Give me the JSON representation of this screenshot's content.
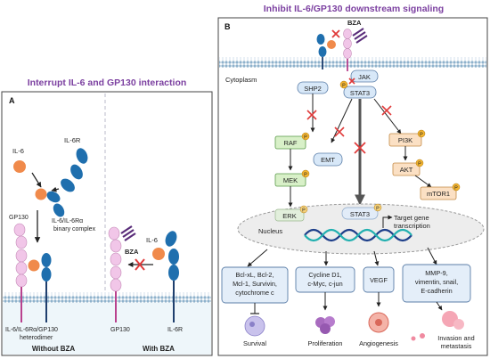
{
  "left": {
    "title": "Interrupt IL-6 and GP130 interaction",
    "panel_label": "A",
    "il6": "IL-6",
    "il6r": "IL-6R",
    "binary": "IL-6/IL-6Rα",
    "binary2": "binary complex",
    "gp130": "GP130",
    "hetero1": "IL-6/IL-6Rα/GP130",
    "hetero2": "heterodimer",
    "without": "Without BZA",
    "il6_right": "IL-6",
    "bza": "BZA",
    "gp130_right": "GP130",
    "il6r_right": "IL-6R",
    "with": "With BZA"
  },
  "right": {
    "title": "Inhibit IL-6/GP130 downstream signaling",
    "panel_label": "B",
    "bza": "BZA",
    "cytoplasm": "Cytoplasm",
    "nucleus": "Nucleus",
    "nodes": {
      "jak": "JAK",
      "shp2": "SHP2",
      "stat3": "STAT3",
      "p_badge": "P",
      "raf": "RAF",
      "mek": "MEK",
      "erk": "ERK",
      "emt": "EMT",
      "stat3_nuc": "STAT3",
      "pi3k": "PI3K",
      "akt": "AKT",
      "mtor": "mTOR1"
    },
    "target1": "Target gene",
    "target2": "transcription",
    "boxes": {
      "b1": [
        "Bcl-xL, Bcl-2,",
        "Mcl-1, Survivin,",
        "cytochrome c"
      ],
      "b2": [
        "Cycline D1,",
        "c-Myc, c-jun"
      ],
      "b3": [
        "VEGF"
      ],
      "b4": [
        "MMP-9,",
        "vimentin, snail,",
        "E-cadherin"
      ]
    },
    "outcomes": {
      "survival": "Survival",
      "proliferation": "Proliferation",
      "angiogenesis": "Angiogenesis",
      "invasion1": "Invasion and",
      "invasion2": "metastasis"
    }
  },
  "colors": {
    "title": "#7b3fa0",
    "il6_ball": "#f08a4b",
    "il6r": "#1f6fae",
    "gp130": "#f1c6e8",
    "membrane": "#9ab4c8",
    "node_green": "#d8f0c8",
    "node_blue": "#d8e8f8",
    "node_orange": "#fbe0c4",
    "inhibit": "#e03a3a"
  }
}
